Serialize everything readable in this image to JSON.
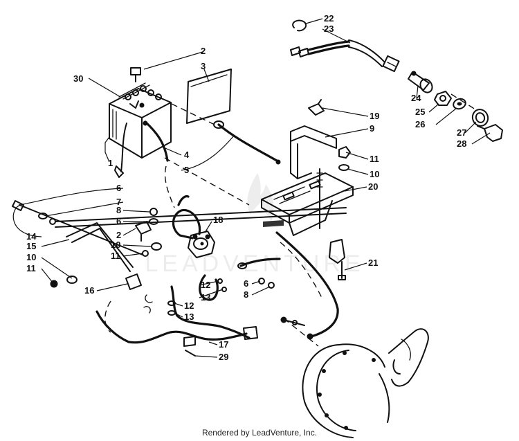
{
  "diagram": {
    "callouts": [
      {
        "id": "c2a",
        "text": "2"
      },
      {
        "id": "c3",
        "text": "3"
      },
      {
        "id": "c30",
        "text": "30"
      },
      {
        "id": "c1",
        "text": "1"
      },
      {
        "id": "c4",
        "text": "4"
      },
      {
        "id": "c5",
        "text": "5"
      },
      {
        "id": "c22",
        "text": "22"
      },
      {
        "id": "c23",
        "text": "23"
      },
      {
        "id": "c24",
        "text": "24"
      },
      {
        "id": "c25",
        "text": "25"
      },
      {
        "id": "c26",
        "text": "26"
      },
      {
        "id": "c27",
        "text": "27"
      },
      {
        "id": "c28",
        "text": "28"
      },
      {
        "id": "c19",
        "text": "19"
      },
      {
        "id": "c9",
        "text": "9"
      },
      {
        "id": "c11a",
        "text": "11"
      },
      {
        "id": "c10a",
        "text": "10"
      },
      {
        "id": "c20",
        "text": "20"
      },
      {
        "id": "c21",
        "text": "21"
      },
      {
        "id": "c6a",
        "text": "6"
      },
      {
        "id": "c7",
        "text": "7"
      },
      {
        "id": "c8a",
        "text": "8"
      },
      {
        "id": "c6b",
        "text": "6"
      },
      {
        "id": "c2b",
        "text": "2"
      },
      {
        "id": "c10b",
        "text": "10"
      },
      {
        "id": "c11b",
        "text": "11"
      },
      {
        "id": "c18",
        "text": "18"
      },
      {
        "id": "c14",
        "text": "14"
      },
      {
        "id": "c15",
        "text": "15"
      },
      {
        "id": "c10c",
        "text": "10"
      },
      {
        "id": "c11c",
        "text": "11"
      },
      {
        "id": "c16",
        "text": "16"
      },
      {
        "id": "c12a",
        "text": "12"
      },
      {
        "id": "c13a",
        "text": "13"
      },
      {
        "id": "c12b",
        "text": "12"
      },
      {
        "id": "c13b",
        "text": "13"
      },
      {
        "id": "c6c",
        "text": "6"
      },
      {
        "id": "c8b",
        "text": "8"
      },
      {
        "id": "c17",
        "text": "17"
      },
      {
        "id": "c29",
        "text": "29"
      }
    ],
    "watermark": "LEADVENTURE"
  },
  "footer": {
    "text": "Rendered by LeadVenture, Inc."
  }
}
